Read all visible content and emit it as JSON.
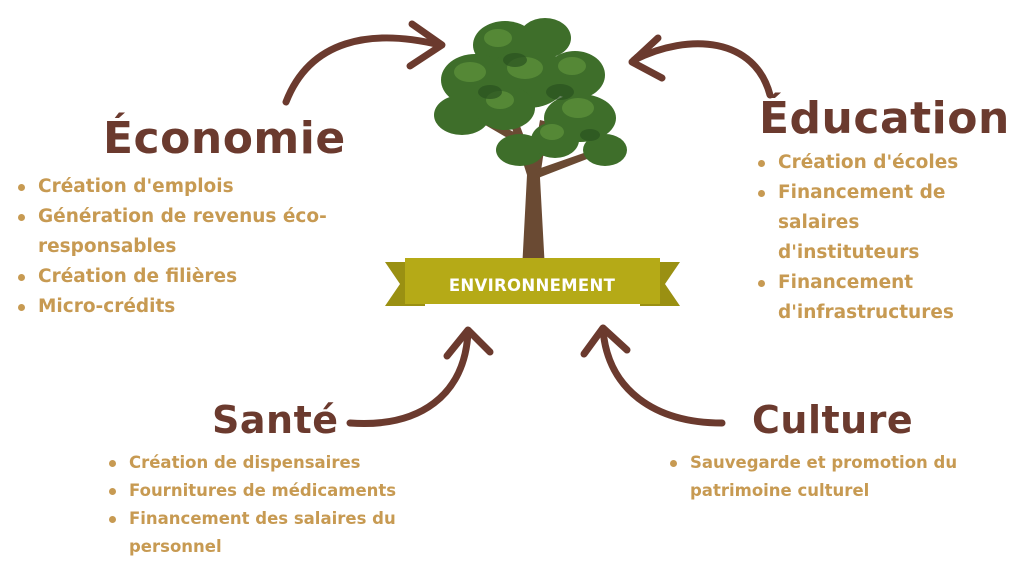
{
  "center": {
    "label": "ENVIRONNEMENT"
  },
  "economie": {
    "title": "Économie",
    "items": [
      "Création d'emplois",
      "Génération de revenus éco-responsables",
      "Création de filières",
      "Micro-crédits"
    ]
  },
  "education": {
    "title": "Éducation",
    "items": [
      "Création d'écoles",
      "Financement de salaires d'instituteurs",
      "Financement d'infrastructures"
    ]
  },
  "sante": {
    "title": "Santé",
    "items": [
      "Création de dispensaires",
      "Fournitures de médicaments",
      "Financement des salaires du personnel"
    ]
  },
  "culture": {
    "title": "Culture",
    "items": [
      "Sauvegarde et promotion du patrimoine culturel"
    ]
  },
  "colors": {
    "title": "#6b3a2e",
    "bullet_text": "#c79a52",
    "arrow": "#6b3a2e",
    "banner": "#b5aa17",
    "foliage": "#3e6e2a",
    "trunk": "#6a4a33"
  }
}
